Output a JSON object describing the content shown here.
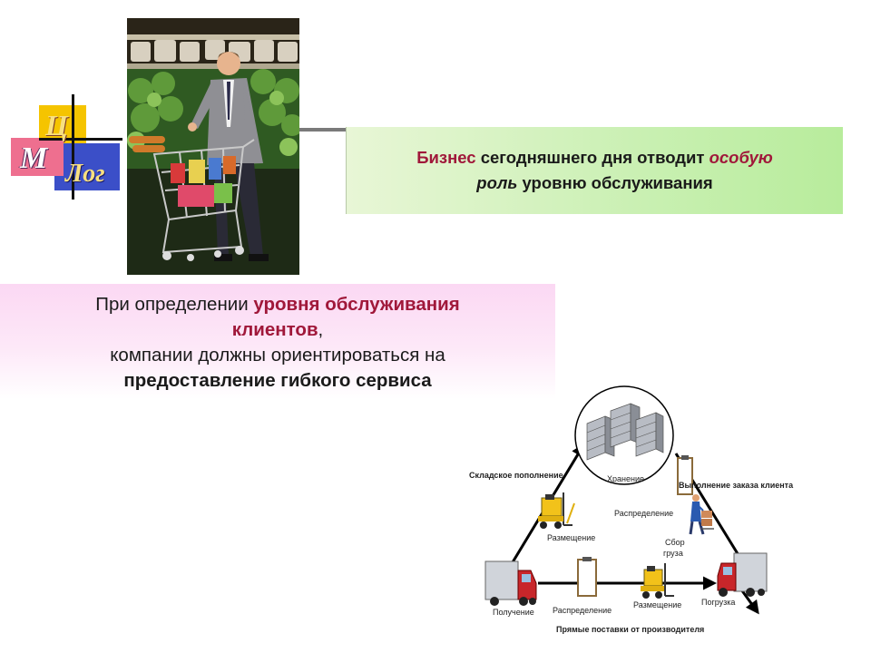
{
  "logo": {
    "letters": [
      "Ц",
      "М",
      "Лог"
    ],
    "colors": {
      "yellow": "#f5c400",
      "blue": "#3b4fc8",
      "pink": "#ee6f8f",
      "cross": "#111111"
    }
  },
  "photo": {
    "description_icon": "shopper-photo"
  },
  "green_box": {
    "part1": "Бизнес",
    "part2": " сегодняшнего дня отводит ",
    "part3": "особую",
    "part4": "роль",
    "part5": "  уровню обслуживания"
  },
  "pink_box": {
    "line1_a": "При определении ",
    "line1_b": "уровня обслуживания",
    "line2_a": "клиентов",
    "line2_b": ",",
    "line3": "компании должны ориентироваться на",
    "line4": "предоставление гибкого сервиса"
  },
  "diagram": {
    "warehouse_replenishment": "Складское пополнение",
    "storage": "Хранение",
    "order_fulfillment": "Выполнение заказа клиента",
    "distribution_top": "Распределение",
    "putaway_left": "Размещение",
    "picking_1": "Сбор",
    "picking_2": "груза",
    "receiving": "Получение",
    "distribution_bottom": "Распределение",
    "putaway_bottom": "Размещение",
    "loading": "Погрузка",
    "direct_supply": "Прямые поставки от производителя"
  }
}
